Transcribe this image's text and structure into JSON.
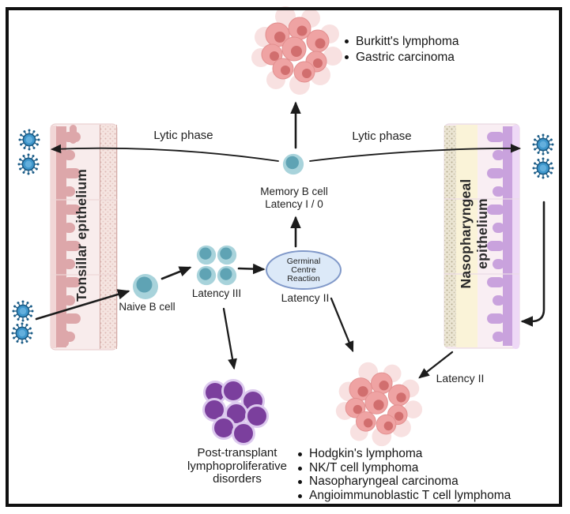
{
  "colors": {
    "virus": "#3f97cc",
    "bcell_outer": "#a8d3db",
    "bcell_inner": "#5fa3b4",
    "tumor_halo": "#f6d8d8",
    "tumor_cell": "#efa3a3",
    "tumor_nucleus": "#d16e6e",
    "ptld_cell": "#7b3f9d",
    "ptld_ring": "#dcc9ee",
    "germinal_fill": "#dce9f8",
    "germinal_stroke": "#8199c9"
  },
  "epithelium_left": {
    "label": "Tonsillar epithelium"
  },
  "epithelium_right": {
    "label_line1": "Nasopharyngeal",
    "label_line2": "epithelium"
  },
  "labels": {
    "lytic_left": "Lytic phase",
    "lytic_right": "Lytic phase",
    "memory_b_cell": "Memory B cell",
    "memory_latency": "Latency I / 0",
    "naive_b_cell": "Naive B cell",
    "latency_iii": "Latency III",
    "germinal": [
      "Germinal",
      "Centre",
      "Reaction"
    ],
    "latency_ii_germinal": "Latency II",
    "latency_ii_naso": "Latency II"
  },
  "top_disease_list": [
    "Burkitt's lymphoma",
    "Gastric carcinoma"
  ],
  "bottom_disease_list": [
    "Hodgkin's lymphoma",
    "NK/T cell lymphoma",
    "Nasopharyngeal carcinoma",
    "Angioimmunoblastic T cell lymphoma"
  ],
  "ptld_label": [
    "Post-transplant",
    "lymphoproliferative",
    "disorders"
  ]
}
